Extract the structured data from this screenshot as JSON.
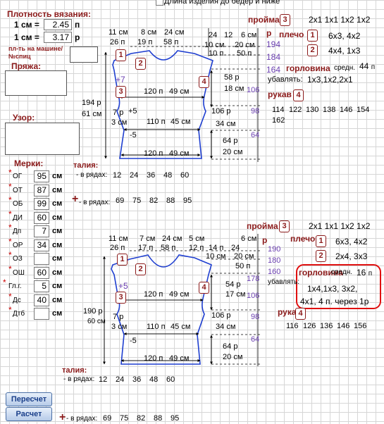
{
  "header": {
    "length_checkbox_label": "Длина изделия до бедер и ниже"
  },
  "density": {
    "title": "Плотность вязания:",
    "one_cm": "1 см =",
    "stitches_value": "2.45",
    "stitches_unit": "п",
    "rows_value": "3.17",
    "rows_unit": "р",
    "machine_label1": "пл-ть на машине/",
    "machine_label2": "№спиц"
  },
  "yarn": {
    "title": "Пряжа:"
  },
  "pattern": {
    "title": "Узор:"
  },
  "measures": {
    "title": "Мерки:",
    "unit": "см",
    "items": [
      {
        "code": "ОГ",
        "value": "95"
      },
      {
        "code": "ОТ",
        "value": "87"
      },
      {
        "code": "ОБ",
        "value": "99"
      },
      {
        "code": "ДИ",
        "value": "60"
      },
      {
        "code": "Дп",
        "value": "7"
      },
      {
        "code": "ОР",
        "value": "34"
      },
      {
        "code": "ОЗ",
        "value": ""
      },
      {
        "code": "ОШ",
        "value": "60"
      },
      {
        "code": "Гл.г.",
        "value": "5"
      },
      {
        "code": "Дс",
        "value": "40"
      },
      {
        "code": "Дтб",
        "value": ""
      }
    ]
  },
  "buttons": {
    "recalc": "Пересчет",
    "calc": "Расчет"
  },
  "top": {
    "proyma": "пройма",
    "proyma_num": "3",
    "seq": "2x1 1x1 1x2  1x2",
    "plecho": "плечо",
    "plecho1": "6x3,  4x2",
    "plecho2": "4x4,  1x3",
    "gorlovina": "горловина",
    "sredn": "средн.",
    "sredn_val": "44",
    "sredn_unit": "п",
    "ubavlyat": "убавлять:",
    "ubavlyat_val": "1x3,1x2,2x1",
    "rukav": "рукав",
    "rukav_num": "4",
    "rukav_vals": [
      "114",
      "122",
      "130",
      "138",
      "146",
      "154"
    ],
    "rukav_extra": "162",
    "talia": "талия:",
    "v_ryadah": "- в рядах:",
    "rows1": [
      "12",
      "24",
      "36",
      "48",
      "60"
    ],
    "plus_rows": [
      "69",
      "75",
      "82",
      "88",
      "95"
    ],
    "dims": {
      "c11": "11",
      "c8": "8",
      "c24": "24",
      "c6": "6",
      "c10": "10",
      "c20": "20",
      "p26": "26",
      "p19": "19",
      "p58": "58",
      "p10": "10",
      "p12": "12",
      "p24": "24",
      "p50": "50",
      "r194": "194",
      "r184": "184",
      "r164": "164",
      "r58": "58",
      "r18": "18",
      "r106": "106",
      "r98": "98",
      "r64": "64",
      "w120": "120",
      "w49": "49",
      "w110": "110",
      "w45": "45",
      "w34": "34",
      "w20": "20",
      "h194": "194",
      "h61": "61",
      "plus7": "+7",
      "plus5": "+5",
      "minus5": "-5",
      "s7": "7",
      "s3": "3",
      "cm": "см",
      "p": "п",
      "r": "р"
    }
  },
  "bottom": {
    "proyma": "пройма",
    "proyma_num": "3",
    "seq": "2x1 1x1 1x2  1x2",
    "plecho": "плечо",
    "plecho1": "6x3,  4x2",
    "plecho2": "2x4,  3x3",
    "gorlovina": "горловина",
    "sredn": "средн.",
    "sredn_val": "16",
    "sredn_unit": "п",
    "ubavlyat": "убавлять:",
    "ubavlyat_val1": "1x4,1x3, 3x2,",
    "ubavlyat_val2": "4x1,  4 п. через 1р",
    "rukav": "рукав",
    "rukav_num": "4",
    "rukav_vals": [
      "116",
      "126",
      "136",
      "146",
      "156"
    ],
    "talia": "талия:",
    "v_ryadah": "- в рядах:",
    "rows1": [
      "12",
      "24",
      "36",
      "48",
      "60"
    ],
    "plus_rows": [
      "69",
      "75",
      "82",
      "88",
      "95"
    ],
    "dims": {
      "c11": "11",
      "c7": "7",
      "c24": "24",
      "c5": "5",
      "c6": "6",
      "c10": "10",
      "c20": "20",
      "p26": "26",
      "p17": "17",
      "p58": "58",
      "p12": "12",
      "p14": "14",
      "p24": "24",
      "p50": "50",
      "r190": "190",
      "r180": "180",
      "r160": "160",
      "r178": "178",
      "r54": "54",
      "r17": "17",
      "r106": "106",
      "r98": "98",
      "r64": "64",
      "w120": "120",
      "w49": "49",
      "w110": "110",
      "w45": "45",
      "w34": "34",
      "w20": "20",
      "h190": "190",
      "h60": "60",
      "plus5": "+5",
      "minus5": "-5",
      "s7": "7",
      "s3": "3",
      "cm": "см",
      "p": "п",
      "r": "р"
    }
  }
}
